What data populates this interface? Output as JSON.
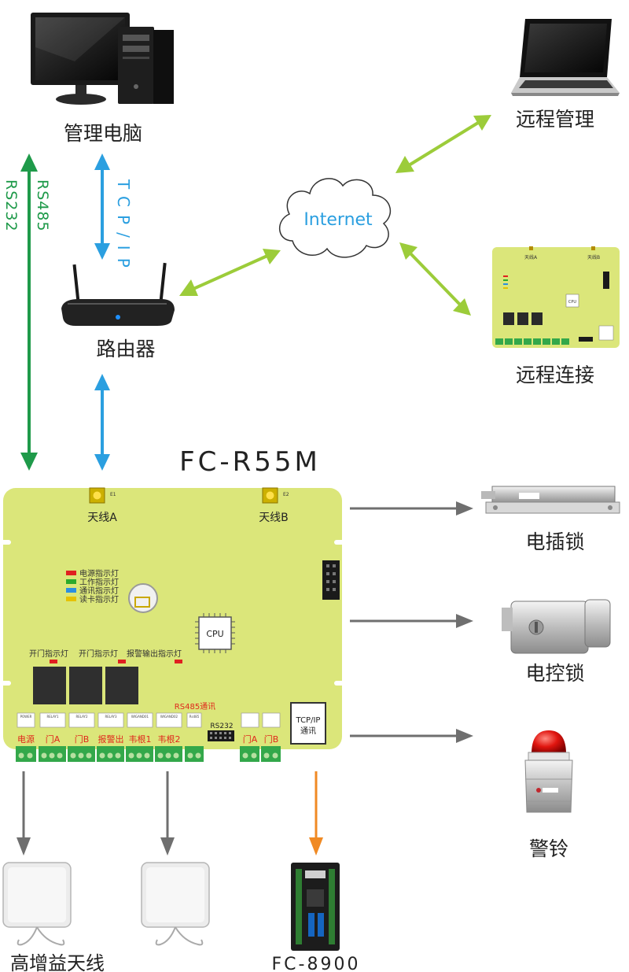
{
  "labels": {
    "management_pc": "管理电脑",
    "remote_management": "远程管理",
    "internet": "Internet",
    "router": "路由器",
    "remote_connection": "远程连接",
    "tcp_ip": "TCP/IP",
    "rs485": "RS485",
    "rs232": "RS232",
    "controller_model": "FC-R55M",
    "electric_bolt_lock": "电插锁",
    "electric_control_lock": "电控锁",
    "alarm_bell": "警铃",
    "high_gain_antenna": "高增益天线",
    "fc8900": "FC-8900"
  },
  "board": {
    "antenna_a": "天线A",
    "antenna_b": "天线B",
    "e1": "E1",
    "e2": "E2",
    "led_labels": [
      "电源指示灯",
      "工作指示灯",
      "通讯指示灯",
      "读卡指示灯"
    ],
    "cpu": "CPU",
    "door_open_led_1": "开门指示灯",
    "door_open_led_2": "开门指示灯",
    "alarm_output_led": "报警输出指示灯",
    "rs485_comm": "RS485通讯",
    "rs232": "RS232",
    "tcpip_comm_line1": "TCP/IP",
    "tcpip_comm_line2": "通讯",
    "terminals": [
      "电源",
      "门A",
      "门B",
      "报警出",
      "韦根1",
      "韦根2",
      "",
      "门A",
      "门B"
    ],
    "terminal_headers": [
      "POWER",
      "RELAY1",
      "RELAY2",
      "RELAY3",
      "WIGAND01",
      "WIGAND02",
      "Rs485",
      "",
      ""
    ]
  },
  "mini_board": {
    "antenna_a": "天线A",
    "antenna_b": "天线B",
    "cpu": "CPU"
  },
  "colors": {
    "board": "#dbe67a",
    "green_arrow": "#1f9a4a",
    "blue_arrow": "#2b9fe0",
    "lime_arrow": "#9ccc3a",
    "gray_arrow": "#6f6f6f",
    "orange_arrow": "#f08a24",
    "red_text": "#e0281c"
  }
}
